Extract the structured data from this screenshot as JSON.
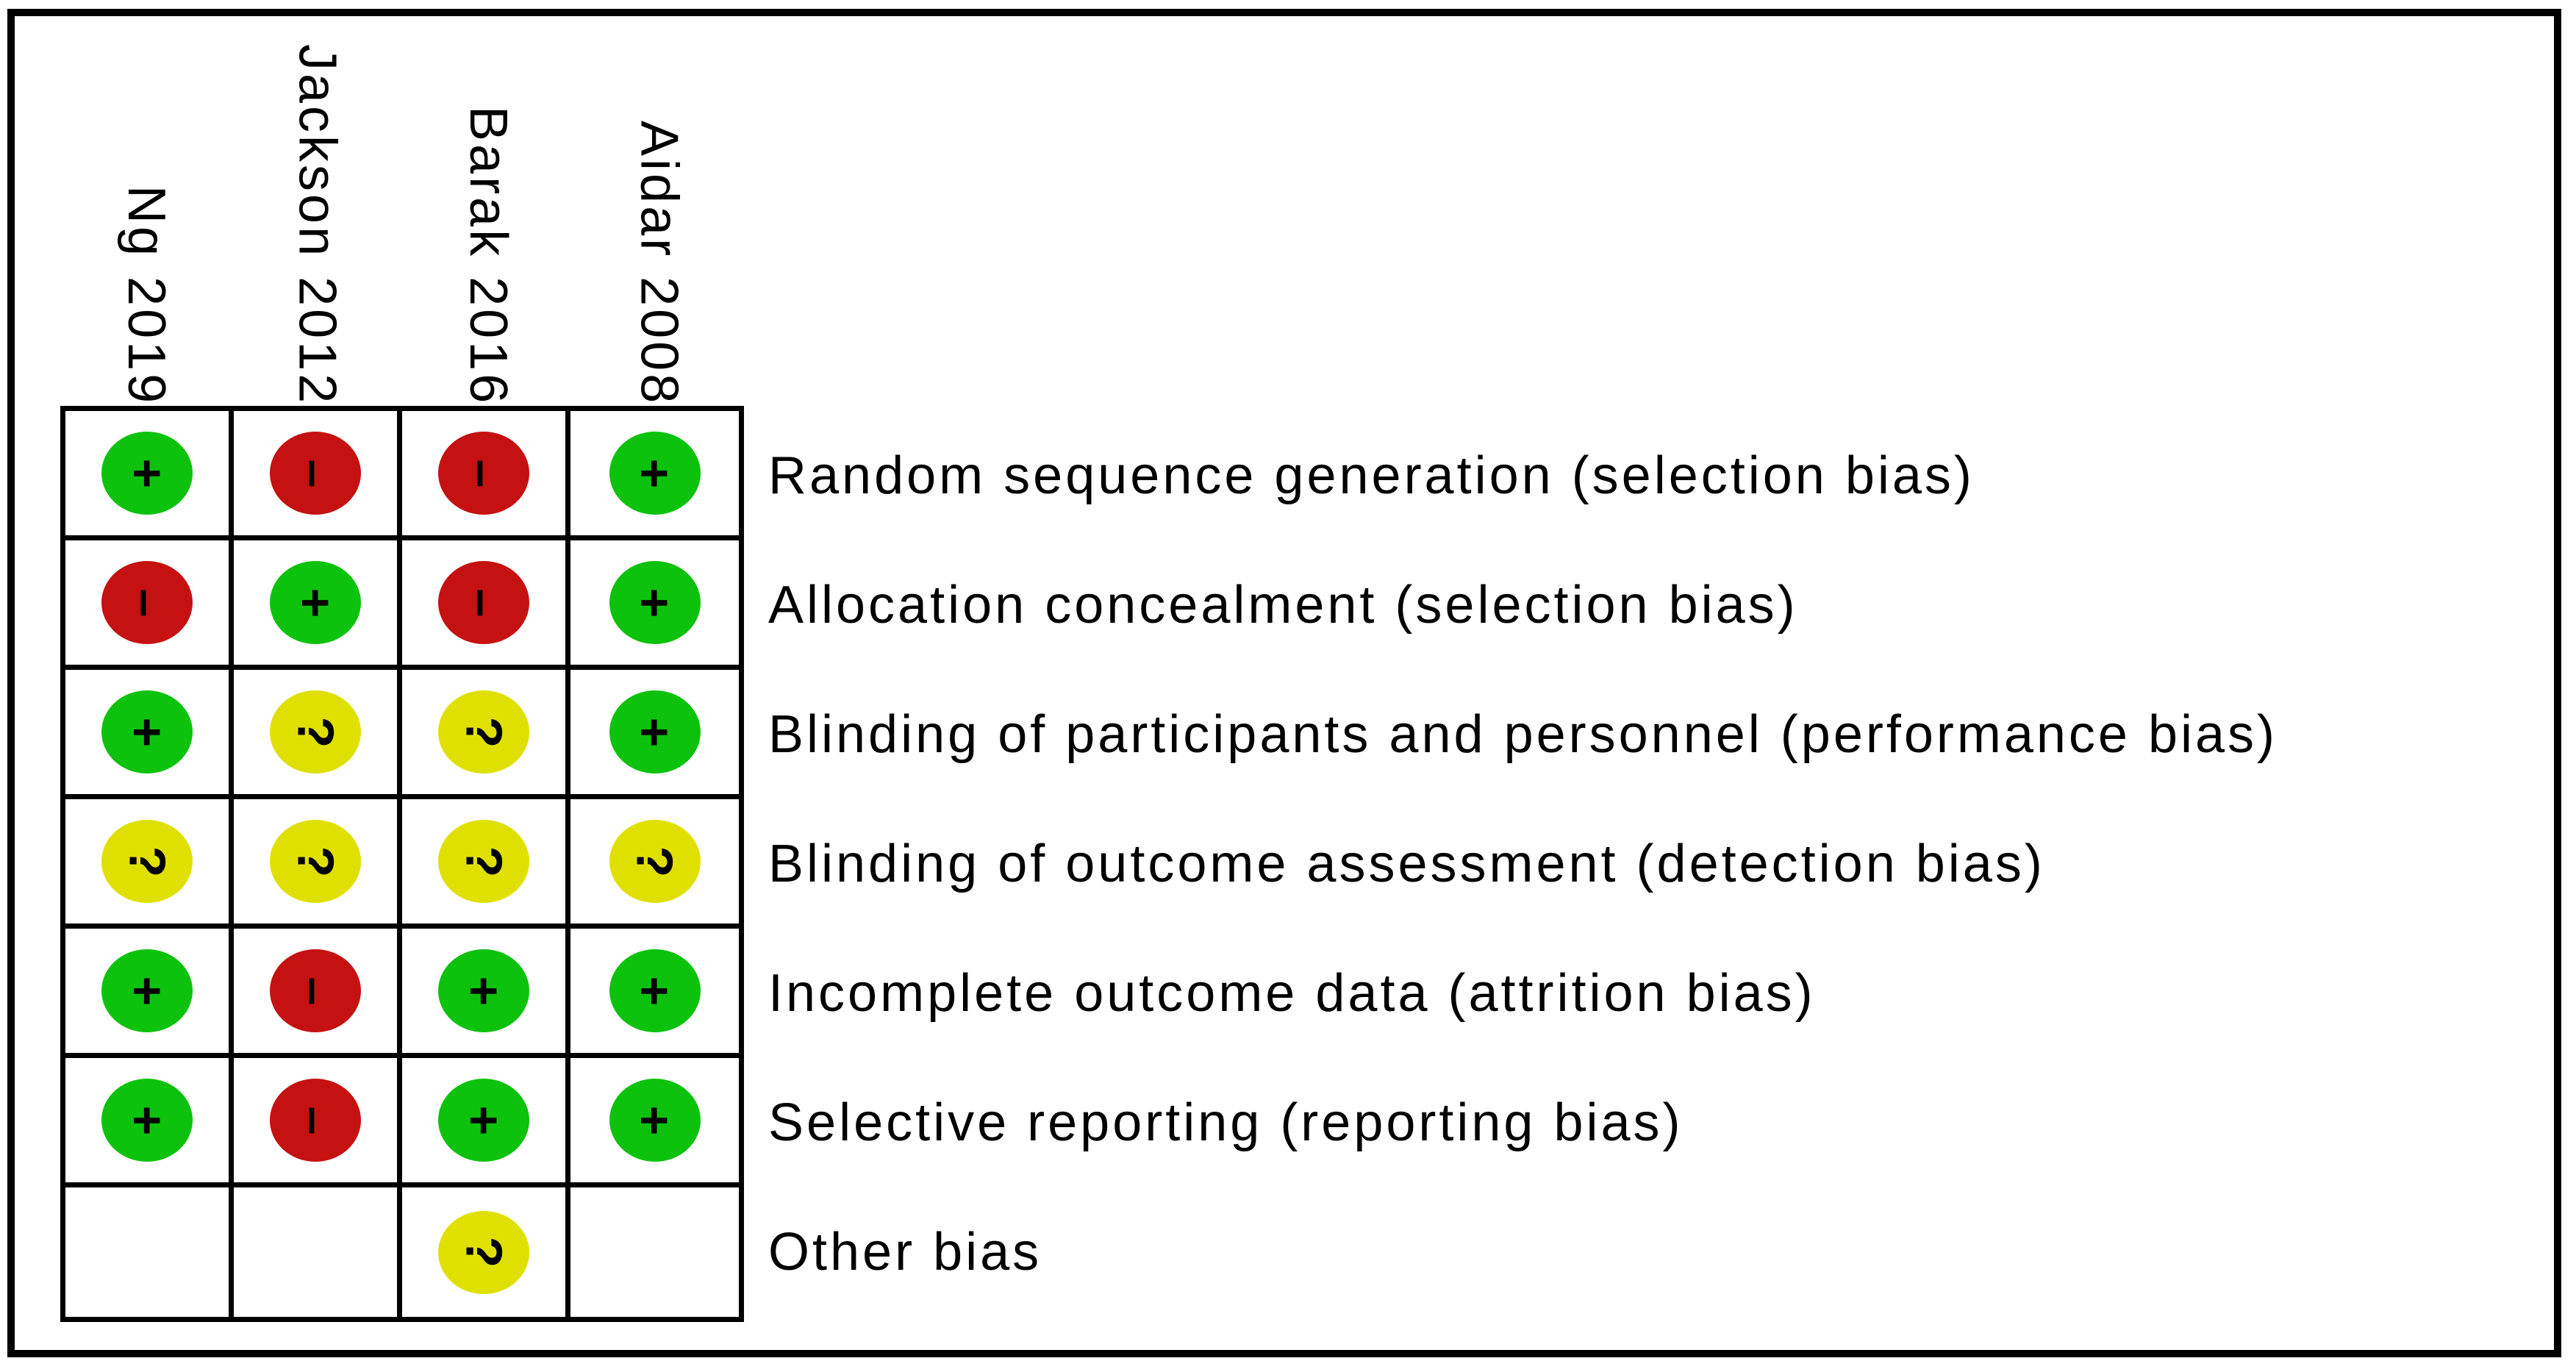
{
  "figure": {
    "title": "",
    "symbol_glyphs": {
      "plus": "+",
      "minus": "–",
      "question": "?"
    },
    "colors": {
      "low_risk_green": "#0DC20D",
      "high_risk_red": "#C51111",
      "unclear_risk_yellow": "#E0E000",
      "grid_line": "#000000",
      "background": "#FFFFFF"
    }
  },
  "chart_data": {
    "type": "heatmap",
    "title": "",
    "x": [
      "Ng 2019",
      "Jackson 2012",
      "Barak 2016",
      "Aidar 2008"
    ],
    "y": [
      "Random sequence generation (selection bias)",
      "Allocation concealment (selection bias)",
      "Blinding of participants and personnel (performance bias)",
      "Blinding of outcome assessment (detection bias)",
      "Incomplete outcome data (attrition bias)",
      "Selective reporting (reporting bias)",
      "Other bias"
    ],
    "values": [
      [
        "+",
        "-",
        "-",
        "+"
      ],
      [
        "-",
        "+",
        "-",
        "+"
      ],
      [
        "+",
        "?",
        "?",
        "+"
      ],
      [
        "?",
        "?",
        "?",
        "?"
      ],
      [
        "+",
        "-",
        "+",
        "+"
      ],
      [
        "+",
        "-",
        "+",
        "+"
      ],
      [
        "",
        "",
        "?",
        ""
      ]
    ],
    "value_colors": {
      "+": "#0DC20D",
      "-": "#C51111",
      "?": "#E0E000"
    },
    "legend_position": "none",
    "grid": "on"
  }
}
